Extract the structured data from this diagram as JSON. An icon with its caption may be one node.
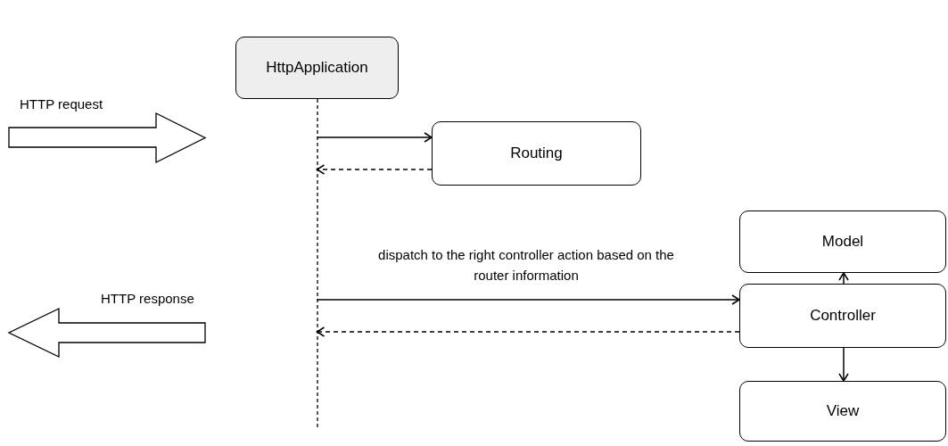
{
  "diagram": {
    "nodes": [
      {
        "text": [
          "HttpApplication"
        ]
      },
      {
        "text": [
          "Routing"
        ]
      },
      {
        "text": [
          "Model"
        ]
      },
      {
        "text": [
          "Controller"
        ]
      },
      {
        "text": [
          "View"
        ]
      }
    ],
    "edges": [
      {
        "from": 0,
        "to": 1,
        "arrow": "to"
      },
      {
        "from": 1,
        "to": 0,
        "arrow": "to",
        "style": "dashed"
      },
      {
        "from": 0,
        "to": 3,
        "arrow": "to",
        "label": "dispatch to the right controller action based on the router information"
      },
      {
        "from": 3,
        "to": 0,
        "arrow": "to",
        "style": "dashed"
      },
      {
        "from": 3,
        "to": 2,
        "arrow": "to"
      },
      {
        "from": 3,
        "to": 4,
        "arrow": "to"
      }
    ],
    "labels": [
      "HTTP request",
      "HTTP response"
    ]
  }
}
